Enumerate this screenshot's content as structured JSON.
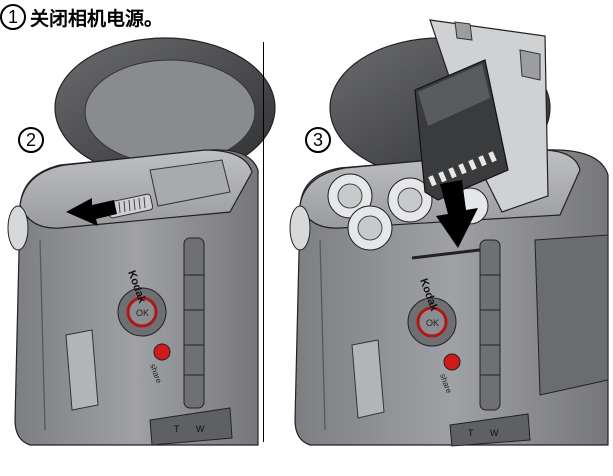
{
  "steps": [
    {
      "number": "1",
      "text": "关闭相机电源。"
    },
    {
      "number": "2",
      "text": ""
    },
    {
      "number": "3",
      "text": ""
    }
  ],
  "camera": {
    "brand": "Kodak",
    "ok_label": "OK",
    "share_label": "share",
    "zoom_wide": "W",
    "zoom_tele": "T"
  },
  "colors": {
    "camera_body": "#8e8f92",
    "camera_dark": "#5c5d60",
    "button_red": "#d11a1a",
    "arrow": "#000000"
  },
  "icons": [
    "push-arrow-icon",
    "insert-arrow-icon",
    "sd-card-icon",
    "battery-icon"
  ]
}
